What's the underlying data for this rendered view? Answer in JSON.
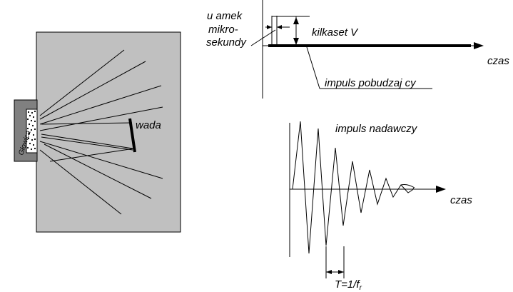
{
  "probe": {
    "label": "Głowica"
  },
  "defect": {
    "label": "wada"
  },
  "excitation": {
    "label_fraction_line1": "u amek",
    "label_fraction_line2": "mikro-",
    "label_fraction_line3": "sekundy",
    "label_voltage": "kilkaset V",
    "label_pulse": "impuls pobudzaj  cy",
    "label_time": "czas"
  },
  "transmit": {
    "label_pulse": "impuls  nadawczy",
    "label_time": "czas",
    "label_period_main": "T=1/f",
    "label_period_sub": "r"
  },
  "colors": {
    "block": "#c0c0c0",
    "probe": "#808080",
    "ink": "#000000"
  }
}
